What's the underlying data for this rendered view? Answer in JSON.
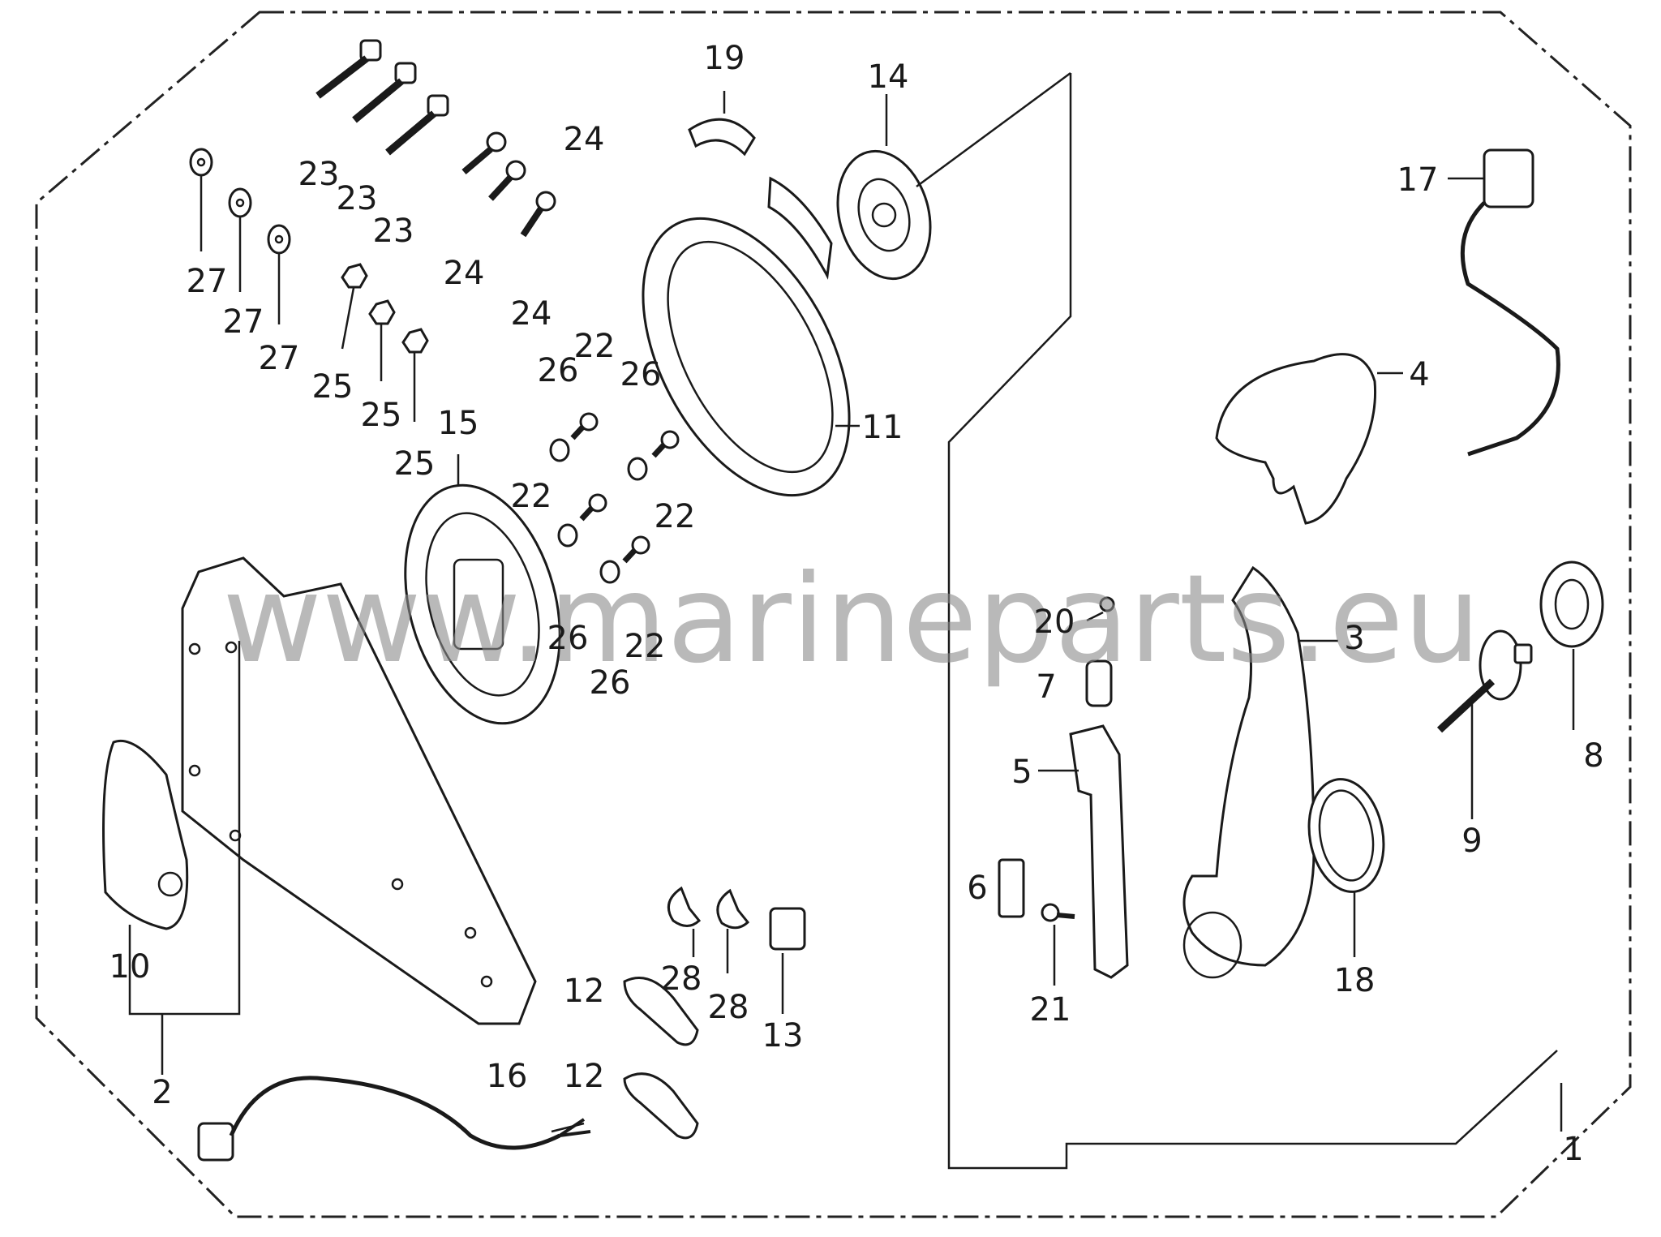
{
  "watermark": "www.marineparts.eu",
  "callouts": [
    "1",
    "2",
    "3",
    "4",
    "5",
    "6",
    "7",
    "8",
    "9",
    "10",
    "11",
    "12",
    "12",
    "13",
    "14",
    "15",
    "16",
    "17",
    "18",
    "19",
    "20",
    "21",
    "22",
    "22",
    "22",
    "22",
    "23",
    "23",
    "23",
    "24",
    "24",
    "24",
    "25",
    "25",
    "25",
    "26",
    "26",
    "26",
    "26",
    "27",
    "27",
    "27",
    "28",
    "28"
  ]
}
